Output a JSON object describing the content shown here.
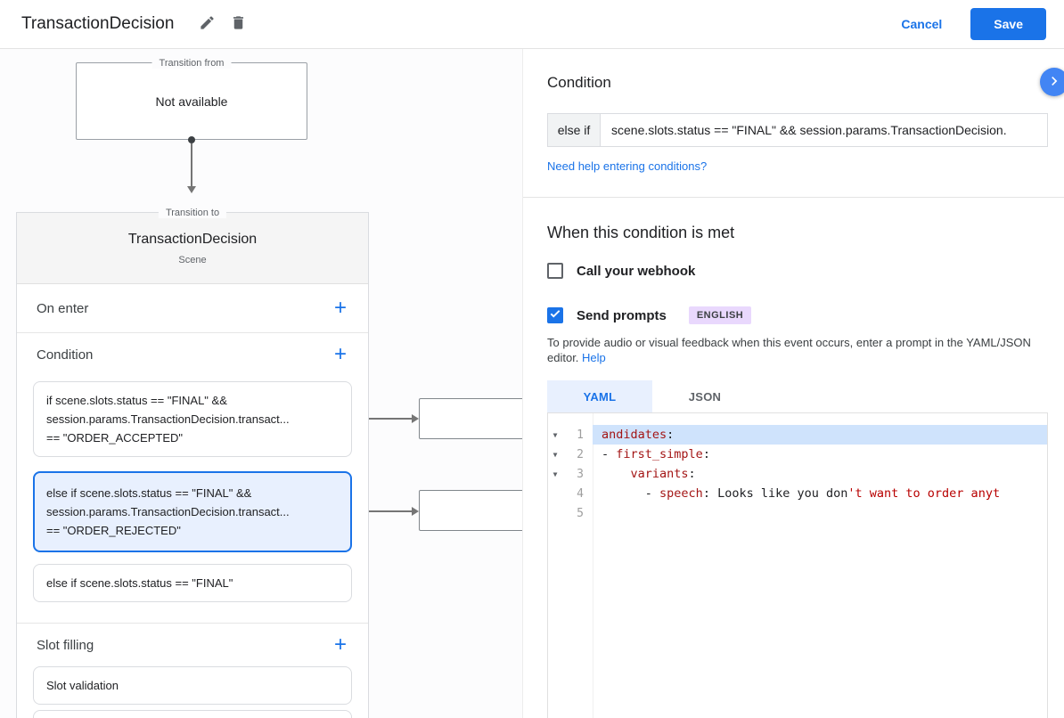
{
  "header": {
    "title": "TransactionDecision",
    "cancel": "Cancel",
    "save": "Save",
    "accent_color": "#1a73e8"
  },
  "icons": {
    "add": "+",
    "fold": "▼"
  },
  "canvas": {
    "transition_from": {
      "label": "Transition from",
      "value": "Not available"
    },
    "transition_to_label": "Transition to",
    "scene": {
      "title": "TransactionDecision",
      "subtitle": "Scene"
    },
    "on_enter_label": "On enter",
    "condition_label": "Condition",
    "condition_cards": [
      {
        "lines": [
          "if scene.slots.status == \"FINAL\" &&",
          "session.params.TransactionDecision.transact...",
          "== \"ORDER_ACCEPTED\""
        ]
      },
      {
        "lines": [
          "else if scene.slots.status == \"FINAL\" &&",
          "session.params.TransactionDecision.transact...",
          "== \"ORDER_REJECTED\""
        ]
      },
      {
        "lines": [
          "else if scene.slots.status == \"FINAL\""
        ]
      }
    ],
    "slot_filling_label": "Slot filling",
    "slot_validation_label": "Slot validation"
  },
  "panel": {
    "heading": "Condition",
    "condition_prefix": "else if",
    "condition_expression": "scene.slots.status == \"FINAL\" && session.params.TransactionDecision.",
    "help_link": "Need help entering conditions?",
    "when_heading": "When this condition is met",
    "webhook_label": "Call your webhook",
    "send_prompts_label": "Send prompts",
    "language_badge": "ENGLISH",
    "hint_text": "To provide audio or visual feedback when this event occurs, enter a prompt in the YAML/JSON editor.",
    "hint_link": "Help",
    "tabs": {
      "yaml": "YAML",
      "json": "JSON"
    },
    "editor": {
      "line_numbers": [
        "1",
        "2",
        "3",
        "4",
        "5"
      ],
      "lines": [
        {
          "tokens": [
            {
              "text": "andidates"
            },
            {
              "text": ":"
            }
          ]
        },
        {
          "tokens": [
            {
              "text": "- "
            },
            {
              "text": "first_simple"
            },
            {
              "text": ":"
            }
          ]
        },
        {
          "tokens": [
            {
              "text": "    "
            },
            {
              "text": "variants"
            },
            {
              "text": ":"
            }
          ]
        },
        {
          "tokens": [
            {
              "text": "      - "
            },
            {
              "text": "speech"
            },
            {
              "text": ": "
            },
            {
              "text": "Looks like you don"
            },
            {
              "text": "'t want to order anyt"
            }
          ]
        },
        {
          "tokens": []
        }
      ]
    }
  }
}
